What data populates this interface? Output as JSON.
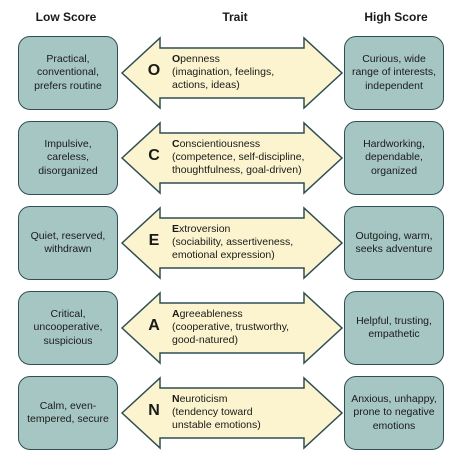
{
  "headers": {
    "low": "Low Score",
    "trait": "Trait",
    "high": "High Score"
  },
  "colors": {
    "box_fill": "#a6c6c4",
    "box_border": "#2f4f55",
    "arrow_fill": "#fbf4cf",
    "arrow_border": "#2f4f55"
  },
  "traits": [
    {
      "letter": "O",
      "name_first": "O",
      "name_rest": "penness",
      "desc_lines": [
        "(imagination, feelings,",
        "actions, ideas)"
      ],
      "low": "Practical, conventional, prefers routine",
      "high": "Curious, wide range of interests, independent"
    },
    {
      "letter": "C",
      "name_first": "C",
      "name_rest": "onscientiousness",
      "desc_lines": [
        "(competence, self-discipline,",
        "thoughtfulness, goal-driven)"
      ],
      "low": "Impulsive, careless, disorganized",
      "high": "Hardworking, dependable, organized"
    },
    {
      "letter": "E",
      "name_first": "E",
      "name_rest": "xtroversion",
      "desc_lines": [
        "(sociability, assertiveness,",
        "emotional expression)"
      ],
      "low": "Quiet, reserved, withdrawn",
      "high": "Outgoing, warm, seeks adventure"
    },
    {
      "letter": "A",
      "name_first": "A",
      "name_rest": "greeableness",
      "desc_lines": [
        "(cooperative, trustworthy,",
        "good-natured)"
      ],
      "low": "Critical, uncooperative, suspicious",
      "high": "Helpful, trusting, empathetic"
    },
    {
      "letter": "N",
      "name_first": "N",
      "name_rest": "euroticism",
      "desc_lines": [
        "(tendency toward",
        "unstable emotions)"
      ],
      "low": "Calm, even-tempered, secure",
      "high": "Anxious, unhappy, prone to negative emotions"
    }
  ]
}
